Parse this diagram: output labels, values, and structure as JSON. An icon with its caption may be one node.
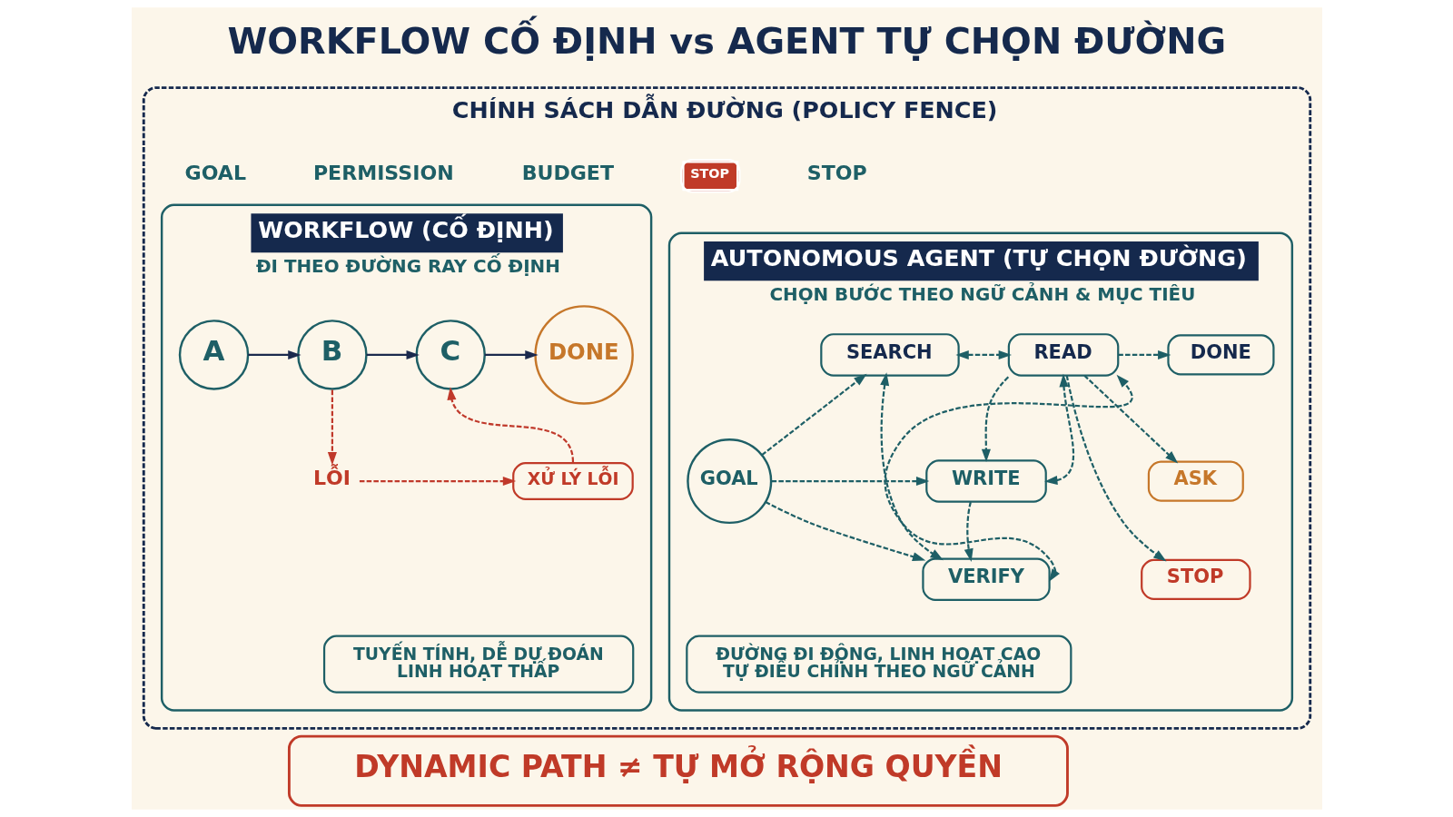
{
  "diagram": {
    "title": "WORKFLOW CỐ ĐỊNH vs AGENT TỰ CHỌN ĐƯỜNG",
    "nodes": [
      {
        "text": [
          "CHÍNH SÁCH DẪN ĐƯỜNG (POLICY FENCE)"
        ]
      },
      {
        "text": [
          "WORKFLOW (CỐ ĐỊNH)",
          "ĐI THEO ĐƯỜNG RAY CỐ ĐỊNH"
        ],
        "in": 0
      },
      {
        "text": [
          "A"
        ],
        "in": 1
      },
      {
        "text": [
          "B"
        ],
        "in": 1
      },
      {
        "text": [
          "C"
        ],
        "in": 1
      },
      {
        "text": [
          "DONE"
        ],
        "in": 1
      },
      {
        "text": [
          "LỖI"
        ],
        "in": 1
      },
      {
        "text": [
          "XỬ LÝ LỖI"
        ],
        "in": 1
      },
      {
        "text": [
          "TUYẾN TÍNH, DỄ DỰ ĐOÁN",
          "LINH HOẠT THẤP"
        ],
        "in": 1
      },
      {
        "text": [
          "AUTONOMOUS AGENT (TỰ CHỌN ĐƯỜNG)",
          "CHỌN BƯỚC THEO NGỮ CẢNH & MỤC TIÊU"
        ],
        "in": 0
      },
      {
        "text": [
          "GOAL"
        ],
        "in": 9
      },
      {
        "text": [
          "SEARCH"
        ],
        "in": 9
      },
      {
        "text": [
          "READ"
        ],
        "in": 9
      },
      {
        "text": [
          "WRITE"
        ],
        "in": 9
      },
      {
        "text": [
          "VERIFY"
        ],
        "in": 9
      },
      {
        "text": [
          "DONE"
        ],
        "in": 9
      },
      {
        "text": [
          "ASK"
        ],
        "in": 9
      },
      {
        "text": [
          "STOP"
        ],
        "in": 9
      },
      {
        "text": [
          "ĐƯỜNG ĐI ĐỘNG, LINH HOẠT CAO",
          "TỰ ĐIỀU CHỈNH THEO NGỮ CẢNH"
        ],
        "in": 9
      },
      {
        "text": [
          "DYNAMIC PATH ≠ TỰ MỞ RỘNG QUYỀN"
        ]
      }
    ],
    "edges": [
      {
        "from": 2,
        "to": 3,
        "arrow": "to",
        "color": "#1b2a4e"
      },
      {
        "from": 3,
        "to": 4,
        "arrow": "to",
        "color": "#1b2a4e"
      },
      {
        "from": 4,
        "to": 5,
        "arrow": "to",
        "color": "#1b2a4e"
      },
      {
        "from": 3,
        "to": 6,
        "arrow": "to",
        "style": "dashed",
        "color": "#c0392b"
      },
      {
        "from": 6,
        "to": 7,
        "arrow": "to",
        "style": "dashed",
        "color": "#c0392b"
      },
      {
        "from": 7,
        "to": 4,
        "arrow": "to",
        "style": "dashed",
        "color": "#c0392b"
      },
      {
        "from": 10,
        "to": 11,
        "arrow": "to",
        "style": "dashed"
      },
      {
        "from": 10,
        "to": 13,
        "arrow": "to",
        "style": "dashed"
      },
      {
        "from": 10,
        "to": 14,
        "arrow": "to",
        "style": "dashed"
      },
      {
        "from": 11,
        "to": 12,
        "arrow": "both",
        "style": "dashed"
      },
      {
        "from": 12,
        "to": 13,
        "arrow": "to",
        "style": "dashed"
      },
      {
        "from": 13,
        "to": 12,
        "arrow": "both",
        "style": "dashed"
      },
      {
        "from": 13,
        "to": 14,
        "arrow": "to",
        "style": "dashed"
      },
      {
        "from": 11,
        "to": 14,
        "arrow": "both",
        "style": "dashed"
      },
      {
        "from": 14,
        "to": 12,
        "arrow": "both",
        "style": "dashed"
      },
      {
        "from": 12,
        "to": 15,
        "arrow": "to",
        "style": "dashed"
      },
      {
        "from": 12,
        "to": 16,
        "arrow": "to",
        "style": "dashed"
      },
      {
        "from": 12,
        "to": 17,
        "arrow": "to",
        "style": "dashed"
      }
    ],
    "labels": [
      "GOAL",
      "PERMISSION",
      "BUDGET",
      "STOP",
      "STOP"
    ]
  }
}
